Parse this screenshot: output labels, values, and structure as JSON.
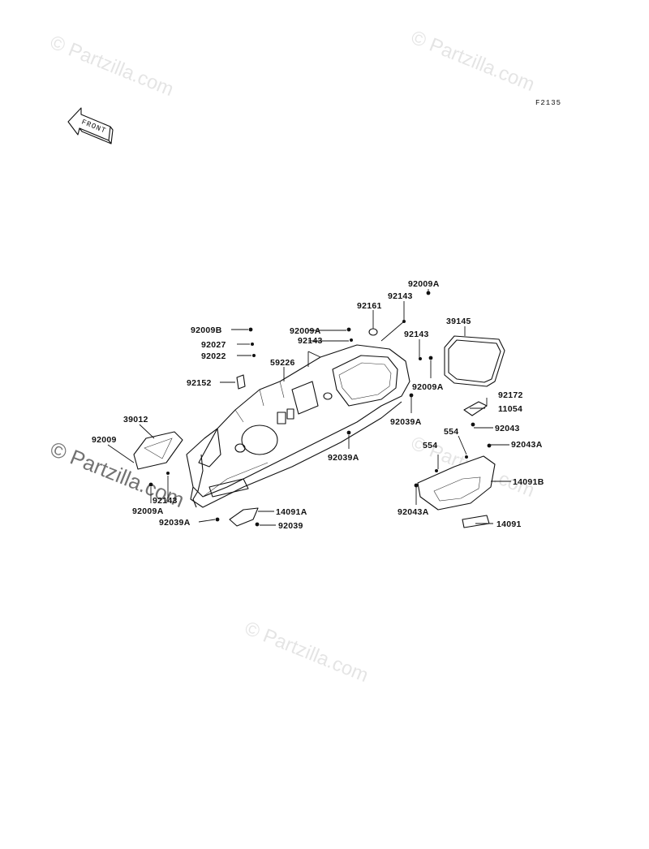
{
  "figure_code": "F2135",
  "front_arrow_text": "FRONT",
  "watermarks": [
    "© Partzilla.com",
    "© Partzilla.com",
    "© Partzilla.com",
    "© Partzilla.com",
    "© Partzilla.com"
  ],
  "parts": {
    "p92009A_top": "92009A",
    "p92143_top": "92143",
    "p92161": "92161",
    "p39145": "39145",
    "p92009B": "92009B",
    "p92009A_mid": "92009A",
    "p92143_mid": "92143",
    "p92027": "92027",
    "p92022": "92022",
    "p92143_right": "92143",
    "p59226": "59226",
    "p92009A_right": "92009A",
    "p92152": "92152",
    "p92172": "92172",
    "p11054": "11054",
    "p39012": "39012",
    "p92039A_right": "92039A",
    "p554_a": "554",
    "p92043": "92043",
    "p92009": "92009",
    "p554_b": "554",
    "p92043A_right": "92043A",
    "p92039A_mid": "92039A",
    "p14091B": "14091B",
    "p92143_left": "92143",
    "p92043A_left": "92043A",
    "p92009A_left": "92009A",
    "p14091A": "14091A",
    "p92039A_left": "92039A",
    "p92039": "92039",
    "p14091": "14091"
  }
}
